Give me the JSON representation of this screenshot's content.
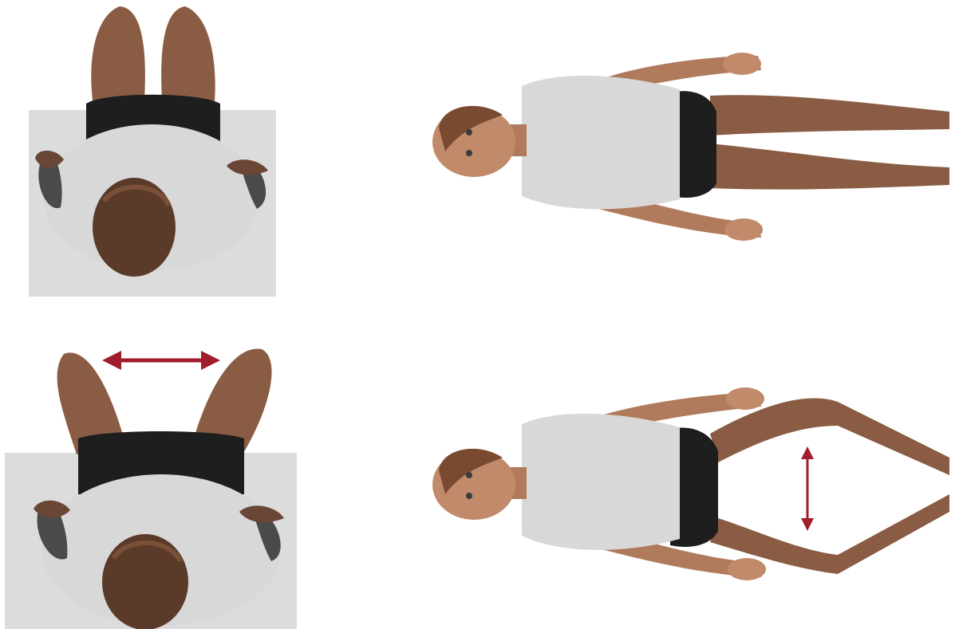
{
  "figure": {
    "panels": [
      {
        "id": "panel-top-left",
        "view": "top",
        "pose": "legs-together",
        "has_arrow": false
      },
      {
        "id": "panel-top-right",
        "view": "front-lying",
        "pose": "legs-together",
        "has_arrow": false
      },
      {
        "id": "panel-bottom-left",
        "view": "top",
        "pose": "legs-apart",
        "has_arrow": true
      },
      {
        "id": "panel-bottom-right",
        "view": "front-lying",
        "pose": "legs-apart",
        "has_arrow": true
      }
    ],
    "colors": {
      "background": "#ffffff",
      "platform": "#dcdcdc",
      "skin": "#8a5c44",
      "skin_light": "#b07a5c",
      "shirt": "#d8d8d8",
      "shorts": "#1e1e1e",
      "hair": "#5a3a28",
      "arrow": "#a11d2b"
    }
  }
}
